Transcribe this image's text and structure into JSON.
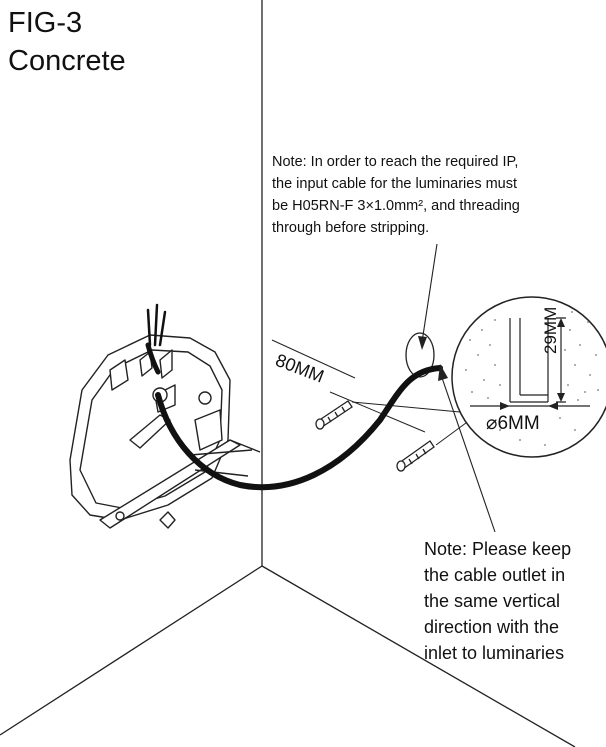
{
  "figure": {
    "id": "FIG-3",
    "material": "Concrete"
  },
  "notes": {
    "ip_note": [
      "Note: In order to reach the required IP,",
      "the input cable for the luminaries must",
      "be H05RN-F  3×1.0mm², and threading",
      "through before stripping."
    ],
    "outlet_note": [
      "Note: Please keep",
      "the cable outlet in",
      "the same vertical",
      "direction with the",
      "inlet to luminaries"
    ]
  },
  "dimensions": {
    "hole_spacing": "80MM",
    "hole_depth": "29MM",
    "hole_diameter": "⌀6MM"
  }
}
